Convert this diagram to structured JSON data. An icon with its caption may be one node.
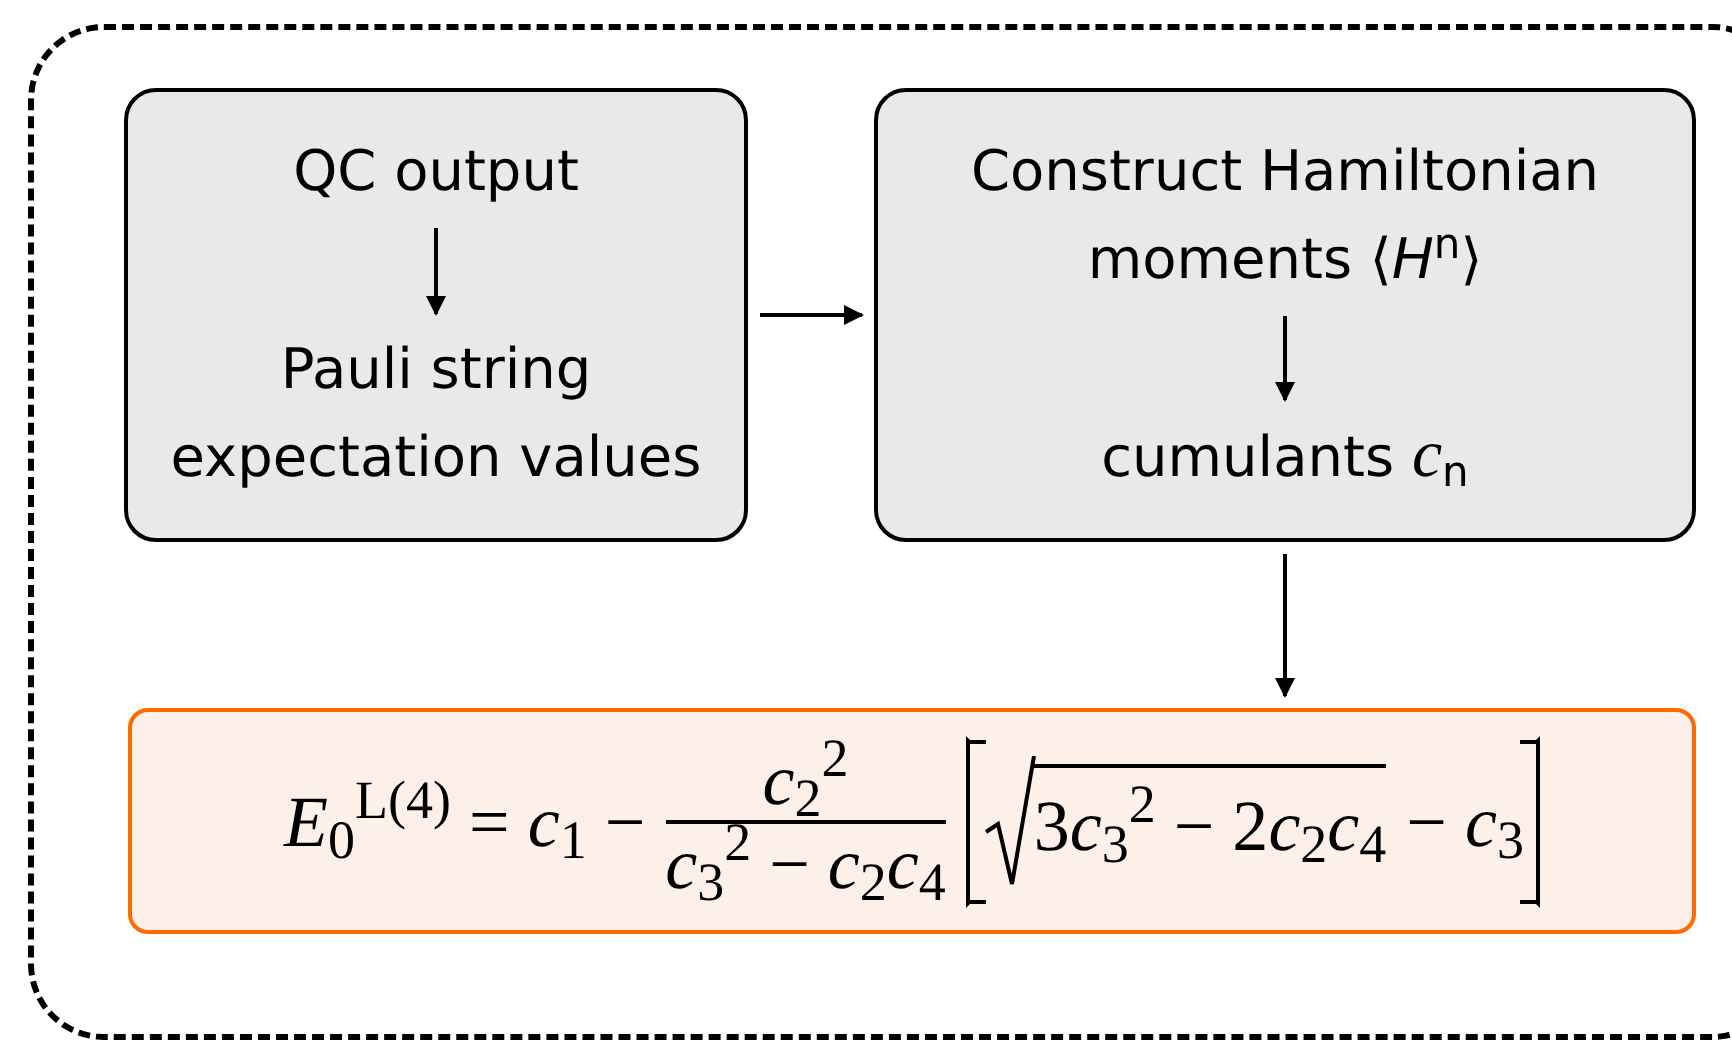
{
  "diagram": {
    "nodes": [
      {
        "text": [],
        "shape": "box"
      },
      {
        "text": [],
        "shape": "box",
        "in": 0
      },
      {
        "text": [
          "QC output"
        ],
        "in": 1
      },
      {
        "text": [
          "Pauli string expectation values"
        ],
        "in": 1
      },
      {
        "text": [],
        "shape": "box",
        "in": 0
      },
      {
        "text": [
          "Construct Hamiltonian moments ⟨*H*$^{n}$⟩"
        ],
        "in": 4
      },
      {
        "text": [
          "cumulants *c*$_{n}$"
        ],
        "in": 4
      },
      {
        "text": [
          "*E*$_{0}$$^{L(4)}$ = *c*$_{1}$ −",
          "*c*$_{2}$$^{2}$",
          "*c*$_{3}$$^{2}$ − *c*$_{2}$*c*$_{4}$",
          "3",
          "*c*$_{3}$$^{2}$ − 2",
          "*c*$_{2}$*c*$_{4}$",
          "− *c*$_{3}$"
        ],
        "in": 0
      }
    ],
    "edges": [
      {
        "from": 2,
        "to": 3,
        "arrow": "to"
      },
      {
        "from": 1,
        "to": 4,
        "arrow": "to"
      },
      {
        "from": 5,
        "to": 6,
        "arrow": "to"
      },
      {
        "from": 4,
        "to": 7,
        "arrow": "to"
      }
    ]
  }
}
